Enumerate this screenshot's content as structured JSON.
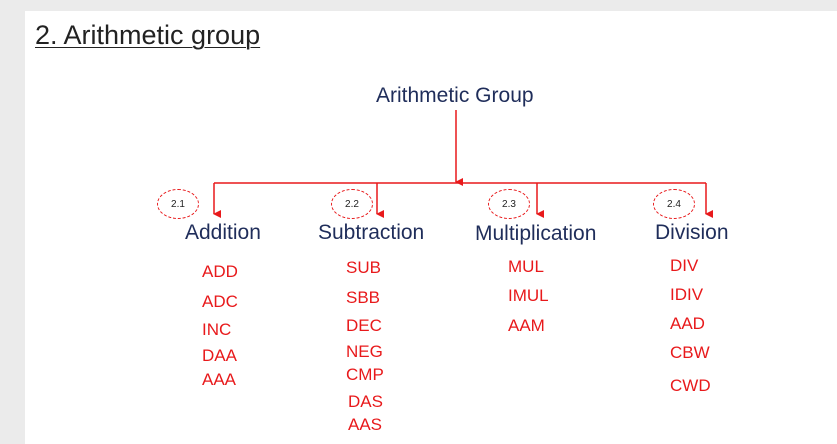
{
  "title": "2. Arithmetic group",
  "root": "Arithmetic Group",
  "categories": [
    {
      "badge": "2.1",
      "name": "Addition",
      "items": [
        "ADD",
        "ADC",
        "INC",
        "DAA",
        "AAA"
      ]
    },
    {
      "badge": "2.2",
      "name": "Subtraction",
      "items": [
        "SUB",
        "SBB",
        "DEC",
        "NEG",
        "CMP",
        "DAS",
        "AAS"
      ]
    },
    {
      "badge": "2.3",
      "name": "Multiplication",
      "items": [
        "MUL",
        "IMUL",
        "AAM"
      ]
    },
    {
      "badge": "2.4",
      "name": "Division",
      "items": [
        "DIV",
        "IDIV",
        "AAD",
        "CBW",
        "CWD"
      ]
    }
  ],
  "colors": {
    "connector": "#e8191b",
    "heading": "#1f2d5a",
    "instruction": "#e8191b"
  }
}
